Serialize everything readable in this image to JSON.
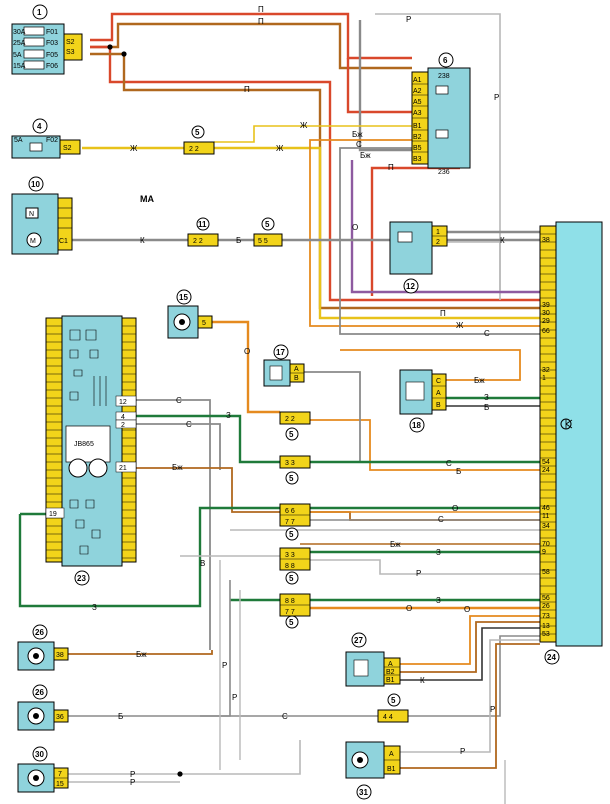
{
  "colors": {
    "connector": "#f2d41a",
    "block": "#8fd3dc",
    "ecu": "#8fe0e8",
    "red": "#d9482b",
    "brown": "#b0681e",
    "gray": "#8a8a8a",
    "lightgray": "#b8b8b8",
    "green": "#1f7a3a",
    "yellow": "#e8c21a",
    "orange": "#e58a1f",
    "purple": "#8e5aa0",
    "dark": "#333333",
    "pink": "#e07aa0"
  },
  "diagram_label": "MA",
  "components": {
    "c1": "1",
    "c4": "4",
    "c6": "6",
    "c10": "10",
    "c11": "11",
    "c12": "12",
    "c15": "15",
    "c17": "17",
    "c18": "18",
    "c23": "23",
    "c24": "24",
    "c26a": "26",
    "c26b": "26",
    "c27": "27",
    "c30": "30",
    "c31": "31"
  },
  "fuse_block": {
    "f1": "30A",
    "f2": "25A",
    "f3": "5A",
    "f4": "15A",
    "p1": "F01",
    "p2": "F03",
    "p3": "F05",
    "p4": "F06",
    "s2": "S2",
    "s3": "S3"
  },
  "fuse4": {
    "rating": "5A",
    "pin": "F02",
    "conn": "S2"
  },
  "relay6": {
    "top": "238",
    "bottom": "236",
    "pins": [
      "A1",
      "A2",
      "A5",
      "A3",
      "B1",
      "B2",
      "B5",
      "B3"
    ]
  },
  "motor10": {
    "pin": "C1"
  },
  "relay12": {
    "pins": [
      "1",
      "2"
    ]
  },
  "sensor17": {
    "pins": [
      "A",
      "B"
    ]
  },
  "sensor18": {
    "pins": [
      "C",
      "A",
      "B"
    ]
  },
  "c27_pins": [
    "A",
    "B2",
    "B1"
  ],
  "c31_pins": [
    "A",
    "B1"
  ],
  "c30_pins": [
    "7",
    "15"
  ],
  "c26a_pin": "38",
  "c26b_pin": "36",
  "c15_pin": "5",
  "panel23": {
    "pins": [
      "12",
      "4",
      "2",
      "21",
      "19"
    ],
    "text": "JB865"
  },
  "ecu_pins": [
    "38",
    "39",
    "30",
    "29",
    "66",
    "32",
    "1",
    "54",
    "24",
    "46",
    "11",
    "34",
    "70",
    "9",
    "58",
    "56",
    "26",
    "73",
    "13",
    "53"
  ],
  "connectors_5": [
    "5",
    "5",
    "5",
    "5",
    "5",
    "5",
    "5",
    "5"
  ],
  "conn_pairs": [
    "2 2",
    "2 2",
    "5 5",
    "2 2",
    "3 3",
    "6 6",
    "7 7",
    "3 3",
    "8 8",
    "8 8",
    "7 7",
    "4 4"
  ],
  "wire_labels": {
    "p": "П",
    "r": "Р",
    "zh": "Ж",
    "s": "С",
    "k": "К",
    "b": "Б",
    "o": "О",
    "z": "З",
    "bzh": "Бж",
    "v": "В"
  }
}
